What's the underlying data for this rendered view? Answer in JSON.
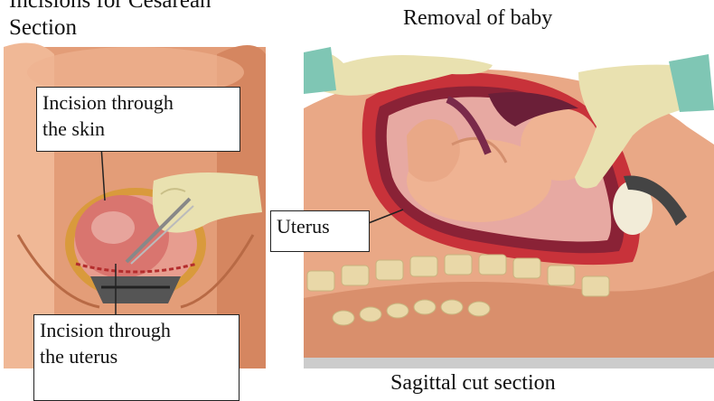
{
  "left_panel": {
    "title_line1": "Incisions for Cesarean",
    "title_line2": "Section",
    "label_skin_line1": "Incision through",
    "label_skin_line2": "the skin",
    "label_uterus_line1": "Incision through",
    "label_uterus_line2": "the uterus"
  },
  "right_panel": {
    "title": "Removal of baby",
    "label_uterus": "Uterus",
    "caption": "Sagittal cut section"
  },
  "colors": {
    "skin": "#e6a07c",
    "skin_dark": "#c9774f",
    "uterus_red": "#c8323a",
    "inner_pink": "#e7a9a2",
    "baby": "#efb393",
    "glove": "#e9e1b0",
    "cuff": "#7fc6b4",
    "spine": "#e9d8a8"
  }
}
